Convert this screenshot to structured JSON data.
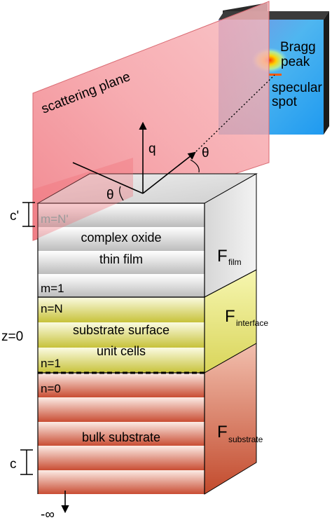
{
  "plane_label": "scattering plane",
  "detector": {
    "bragg_line1": "Bragg",
    "bragg_line2": "peak",
    "specular_line1": "specular",
    "specular_line2": "spot"
  },
  "vectors": {
    "q": "q",
    "theta_in": "θ",
    "theta_out": "θ"
  },
  "film": {
    "c_prime": "c'",
    "top_index": "m=N'",
    "name_line1": "complex oxide",
    "name_line2": "thin film",
    "bottom_index": "m=1",
    "F": "F",
    "F_sub": "film"
  },
  "interface": {
    "top_index": "n=N",
    "name_line1": "substrate surface",
    "name_line2": "unit cells",
    "bottom_index": "n=1",
    "z_label": "z=0",
    "F": "F",
    "F_sub": "interface"
  },
  "substrate": {
    "top_index": "n=0",
    "name": "bulk substrate",
    "c": "c",
    "F": "F",
    "F_sub": "substrate",
    "depth": "-∞"
  },
  "colors": {
    "plane": "#f4a3a8",
    "film_stripe_light": "#ffffff",
    "film_stripe_dark": "#bdbdbd",
    "interface_light": "#fbfbe0",
    "interface_dark": "#c8c43a",
    "substrate_light": "#fbe6de",
    "substrate_dark": "#c9553a"
  }
}
